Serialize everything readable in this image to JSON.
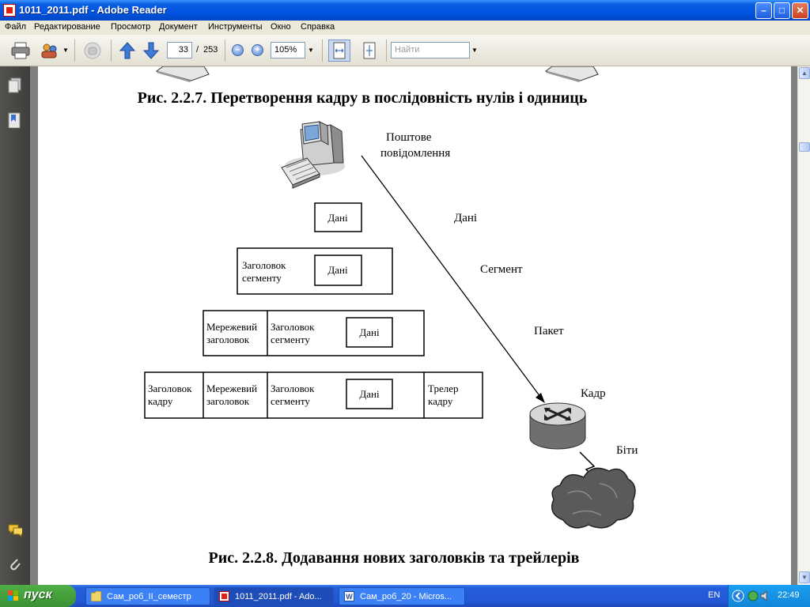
{
  "window": {
    "title": "1011_2011.pdf - Adobe Reader"
  },
  "menu": [
    "Файл",
    "Редактирование",
    "Просмотр",
    "Документ",
    "Инструменты",
    "Окно",
    "Справка"
  ],
  "toolbar": {
    "page_current": "33",
    "page_sep": "/",
    "page_total": "253",
    "zoom": "105%",
    "search_placeholder": "Найти"
  },
  "document": {
    "caption_top": "Рис. 2.2.7. Перетворення кадру в послідовність нулів і одиниць",
    "caption_bottom": "Рис. 2.2.8. Додавання нових заголовків та трейлерів",
    "mail_label_1": "Поштове",
    "mail_label_2": "повідомлення",
    "layers": [
      "Дані",
      "Сегмент",
      "Пакет",
      "Кадр",
      "Біти"
    ],
    "row1": {
      "data": "Дані"
    },
    "row2": {
      "seg1": "Заголовок",
      "seg2": "сегменту",
      "data": "Дані"
    },
    "row3": {
      "net1": "Мережевий",
      "net2": "заголовок",
      "seg1": "Заголовок",
      "seg2": "сегменту",
      "data": "Дані"
    },
    "row4": {
      "frm1": "Заголовок",
      "frm2": "кадру",
      "net1": "Мережевий",
      "net2": "заголовок",
      "seg1": "Заголовок",
      "seg2": "сегменту",
      "data": "Дані",
      "trl1": "Трелер",
      "trl2": "кадру"
    }
  },
  "taskbar": {
    "start": "пуск",
    "tasks": [
      "Сам_роб_II_семестр",
      "1011_2011.pdf - Ado...",
      "Сам_роб_20 - Micros..."
    ],
    "lang": "EN",
    "clock": "22:49"
  },
  "colors": {
    "titlebar": "#0054e3",
    "taskbar": "#245edb",
    "start": "#3a9133",
    "tray": "#1286d9"
  }
}
